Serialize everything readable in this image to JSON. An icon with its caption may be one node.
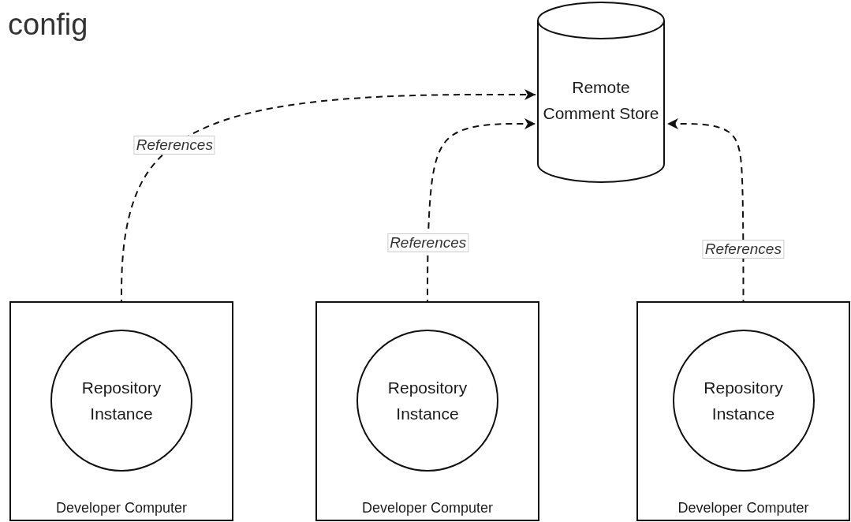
{
  "diagram": {
    "title": "config",
    "nodes": [
      {
        "text": [
          "Remote Comment Store"
        ]
      },
      {
        "text": [
          "Developer Computer"
        ]
      },
      {
        "text": [
          "Repository Instance"
        ],
        "in": 1
      },
      {
        "text": [
          "Developer Computer"
        ]
      },
      {
        "text": [
          "Repository Instance"
        ],
        "in": 3
      },
      {
        "text": [
          "Developer Computer"
        ]
      },
      {
        "text": [
          "Repository Instance"
        ],
        "in": 5
      }
    ],
    "edges": [
      {
        "from": 2,
        "to": 0,
        "arrow": "to",
        "label": "References",
        "style": "dashed"
      },
      {
        "from": 4,
        "to": 0,
        "arrow": "to",
        "label": "References",
        "style": "dashed"
      },
      {
        "from": 6,
        "to": 0,
        "arrow": "to",
        "label": "References",
        "style": "dashed"
      }
    ]
  }
}
